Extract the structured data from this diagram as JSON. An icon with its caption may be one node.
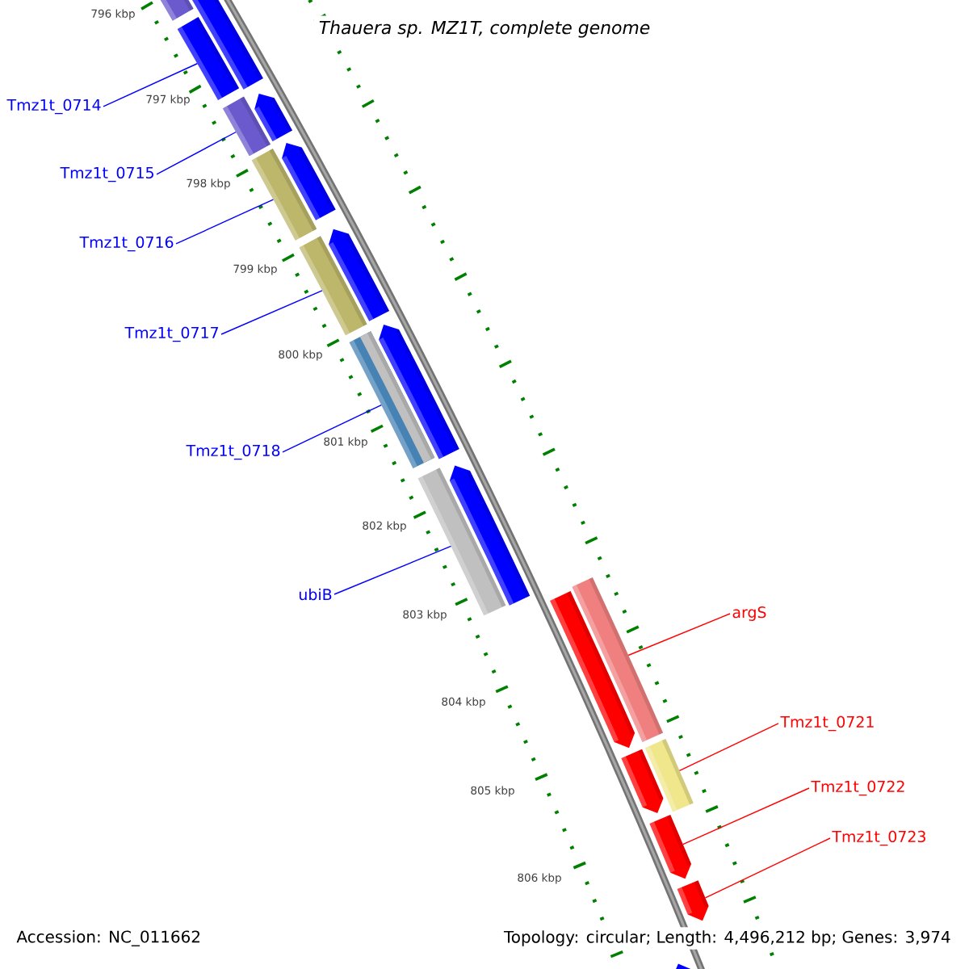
{
  "diagram": {
    "title": "Thauera sp. MZ1T, complete genome",
    "nodes": [
      {
        "text": [
          "Tmz1t_0714"
        ]
      },
      {
        "text": [
          "Tmz1t_0715"
        ]
      },
      {
        "text": [
          "Tmz1t_0716"
        ]
      },
      {
        "text": [
          "Tmz1t_0717"
        ]
      },
      {
        "text": [
          "Tmz1t_0718"
        ]
      },
      {
        "text": [
          "ubiB"
        ]
      },
      {
        "text": [
          "argS"
        ]
      },
      {
        "text": [
          "Tmz1t_0721"
        ]
      },
      {
        "text": [
          "Tmz1t_0722"
        ]
      },
      {
        "text": [
          "Tmz1t_0723"
        ]
      },
      {
        "text": [],
        "shape": "bar"
      },
      {
        "text": [],
        "shape": "bar"
      },
      {
        "text": [],
        "shape": "bar"
      },
      {
        "text": [],
        "shape": "bar"
      },
      {
        "text": [],
        "shape": "bar"
      },
      {
        "text": [],
        "shape": "bar"
      },
      {
        "text": [],
        "shape": "bar"
      },
      {
        "text": [],
        "shape": "bar"
      },
      {
        "text": [],
        "shape": "bar"
      },
      {
        "text": [],
        "shape": "bar"
      }
    ],
    "edges": [
      {
        "from": 0,
        "to": 10,
        "arrow": "none"
      },
      {
        "from": 1,
        "to": 11,
        "arrow": "none"
      },
      {
        "from": 2,
        "to": 12,
        "arrow": "none"
      },
      {
        "from": 3,
        "to": 13,
        "arrow": "none"
      },
      {
        "from": 4,
        "to": 14,
        "arrow": "none"
      },
      {
        "from": 5,
        "to": 15,
        "arrow": "none"
      },
      {
        "from": 6,
        "to": 16,
        "arrow": "none",
        "color": "#ff0000"
      },
      {
        "from": 7,
        "to": 17,
        "arrow": "none",
        "color": "#ff0000"
      },
      {
        "from": 8,
        "to": 18,
        "arrow": "none",
        "color": "#ff0000"
      },
      {
        "from": 9,
        "to": 19,
        "arrow": "none",
        "color": "#ff0000"
      }
    ],
    "labels": [
      "796 kbp",
      "797 kbp",
      "798 kbp",
      "799 kbp",
      "800 kbp",
      "801 kbp",
      "802 kbp",
      "803 kbp",
      "804 kbp",
      "805 kbp",
      "806 kbp",
      "Accession: NC_011662",
      "Topology: circular; Length: 4,496,212 bp; Genes: 3,974"
    ]
  }
}
